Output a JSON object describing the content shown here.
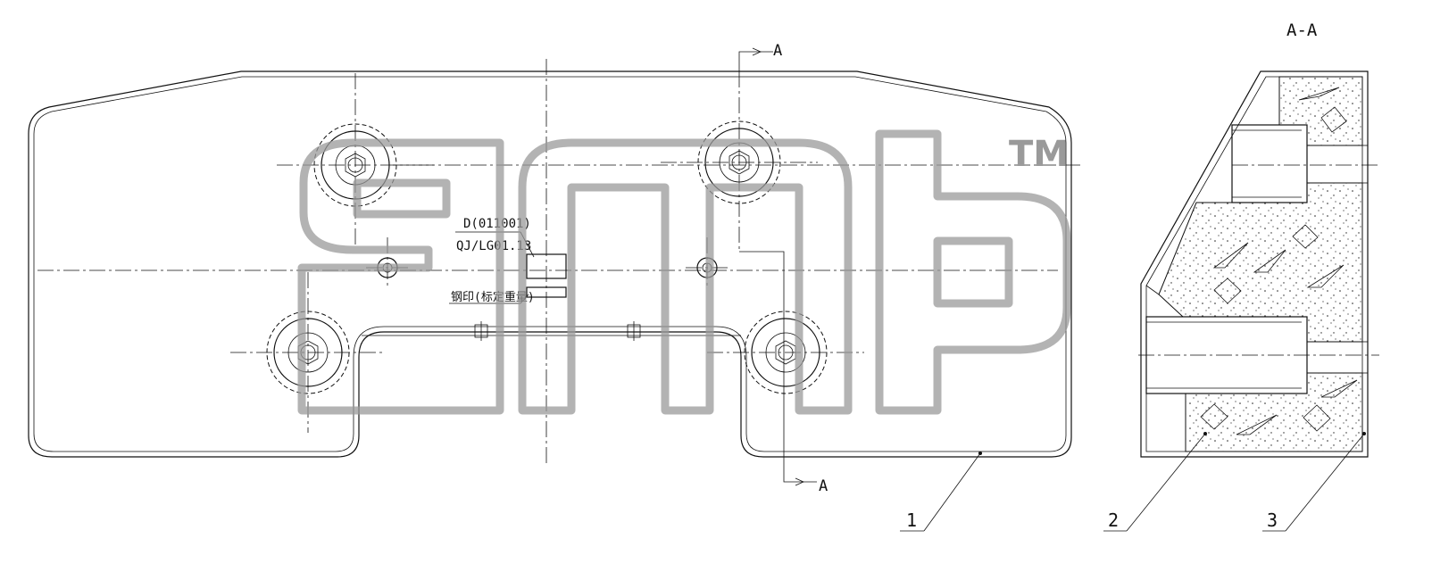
{
  "drawing": {
    "section_title": "A-A",
    "section_mark_top": "A",
    "section_mark_bottom": "A",
    "stamp_code": "D(011001)",
    "stamp_standard": "QJ/LG01.13",
    "stamp_note": "钢印(标定重量)",
    "callouts": [
      "1",
      "2",
      "3"
    ],
    "watermark_text": "gmp",
    "watermark_tm": "TM"
  }
}
